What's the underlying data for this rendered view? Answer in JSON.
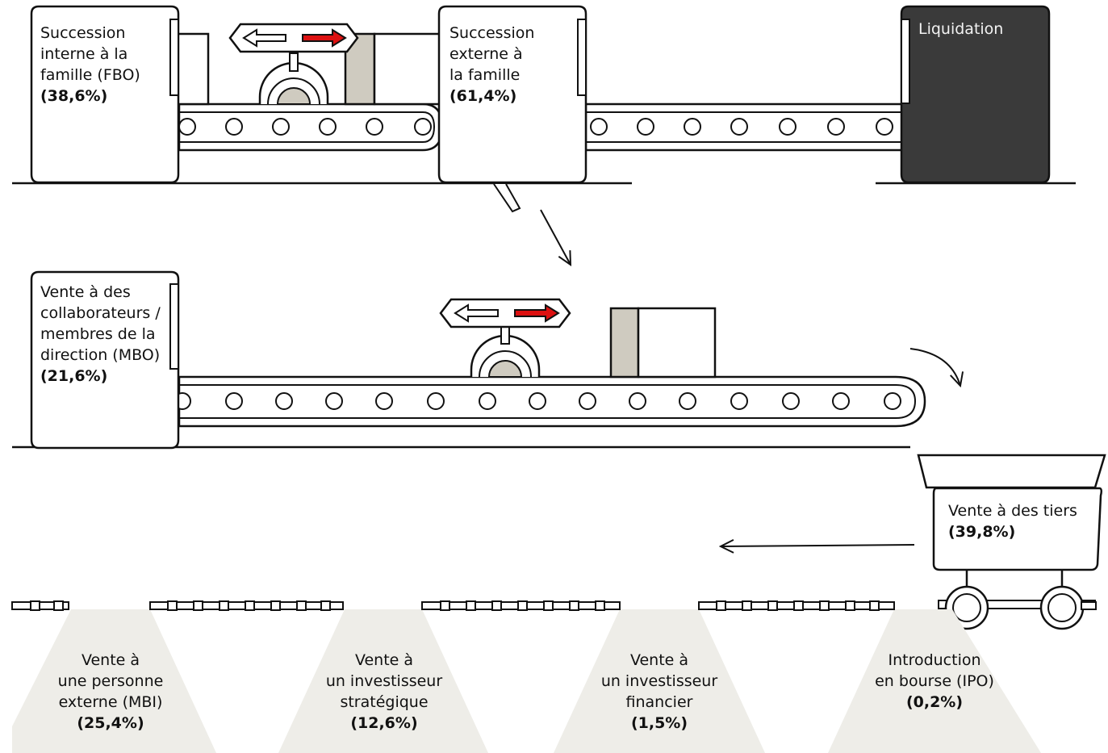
{
  "top_row": {
    "fbo": {
      "lines": [
        "Succession",
        "interne à la",
        "famille (FBO)"
      ],
      "pct": "(38,6%)"
    },
    "external": {
      "lines": [
        "Succession",
        "externe à",
        "la famille"
      ],
      "pct": "(61,4%)"
    },
    "liquidation": {
      "lines": [
        "Liquidation"
      ]
    }
  },
  "middle_row": {
    "mbo": {
      "lines": [
        "Vente à des",
        "collaborateurs /",
        "membres de la",
        "direction (MBO)"
      ],
      "pct": "(21,6%)"
    }
  },
  "cart": {
    "lines": [
      "Vente à des tiers"
    ],
    "pct": "(39,8%)"
  },
  "bottom_row": [
    {
      "lines": [
        "Vente à",
        "une personne",
        "externe (MBI)"
      ],
      "pct": "(25,4%)"
    },
    {
      "lines": [
        "Vente à",
        "un investisseur",
        "stratégique"
      ],
      "pct": "(12,6%)"
    },
    {
      "lines": [
        "Vente à",
        "un investisseur",
        "financier"
      ],
      "pct": "(1,5%)"
    },
    {
      "lines": [
        "Introduction",
        "en bourse (IPO)"
      ],
      "pct": "(0,2%)"
    }
  ],
  "colors": {
    "stroke": "#111111",
    "box_dark": "#3a3a3a",
    "package_side": "#cfcbc0",
    "cone": "#eeede8",
    "arrow_red": "#dd1111"
  }
}
